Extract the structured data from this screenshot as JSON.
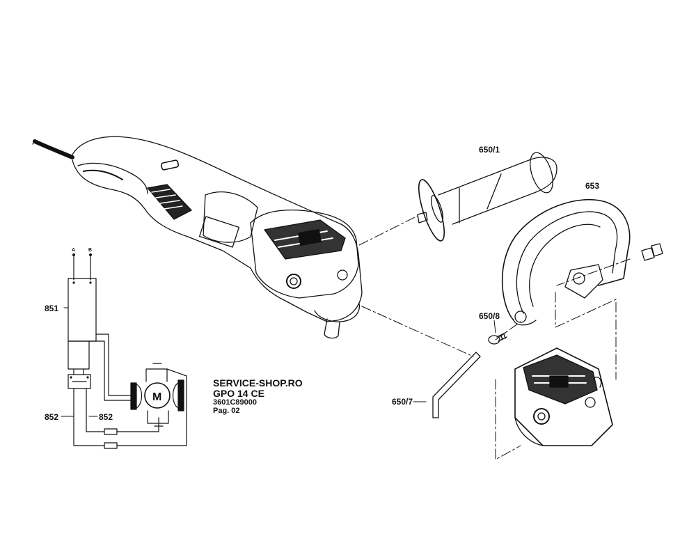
{
  "info": {
    "shop": "SERVICE-SHOP.RO",
    "model": "GPO 14 CE",
    "part_number": "3601C89000",
    "page": "Pag. 02"
  },
  "parts": {
    "p650_1": "650/1",
    "p653": "653",
    "p650_8": "650/8",
    "p650_7": "650/7",
    "p851": "851",
    "p852_left": "852",
    "p852_right": "852"
  },
  "wiring": {
    "terminal_a": "A",
    "terminal_b": "B",
    "motor": "M"
  }
}
